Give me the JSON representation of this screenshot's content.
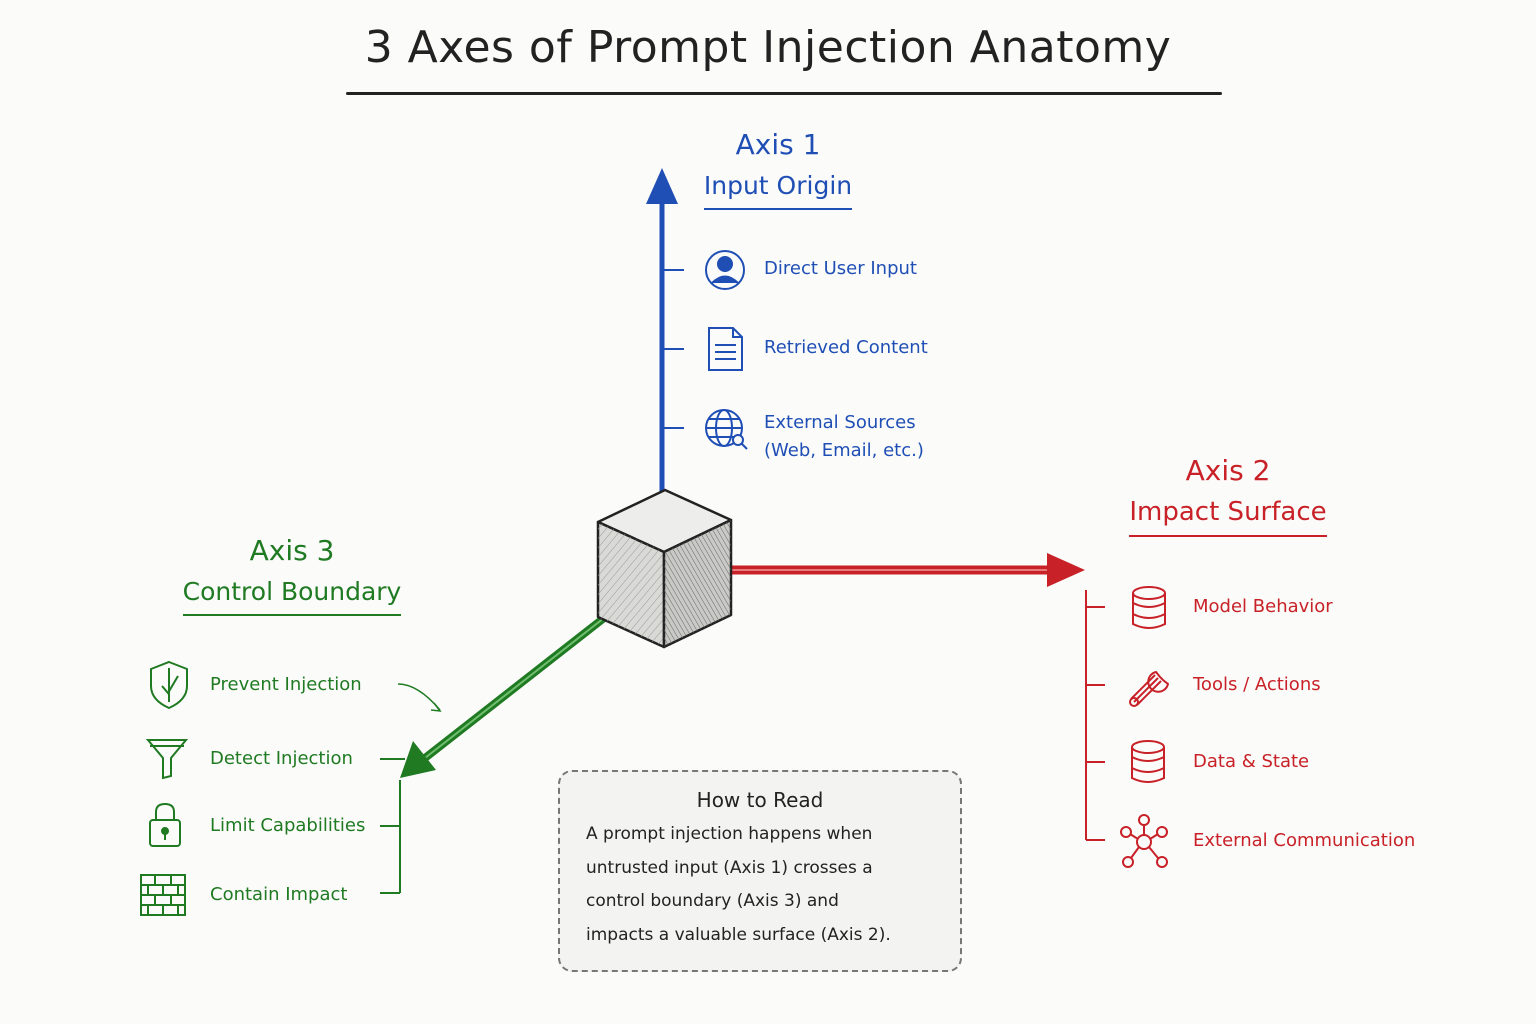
{
  "title": "3 Axes of Prompt Injection Anatomy",
  "axis1": {
    "number": "Axis 1",
    "name": "Input Origin",
    "color": "#1f4fb5",
    "items": [
      {
        "label": "Direct User Input",
        "icon": "user-icon"
      },
      {
        "label": "Retrieved Content",
        "icon": "document-icon"
      },
      {
        "label": "External Sources",
        "label2": "(Web, Email, etc.)",
        "icon": "globe-search-icon"
      }
    ]
  },
  "axis2": {
    "number": "Axis 2",
    "name": "Impact Surface",
    "color": "#c82127",
    "items": [
      {
        "label": "Model Behavior",
        "icon": "database-icon"
      },
      {
        "label": "Tools / Actions",
        "icon": "wrench-icon"
      },
      {
        "label": "Data & State",
        "icon": "database-icon"
      },
      {
        "label": "External Communication",
        "icon": "network-icon"
      }
    ]
  },
  "axis3": {
    "number": "Axis 3",
    "name": "Control Boundary",
    "color": "#1f7a22",
    "items": [
      {
        "label": "Prevent Injection",
        "icon": "shield-icon"
      },
      {
        "label": "Detect Injection",
        "icon": "filter-icon"
      },
      {
        "label": "Limit Capabilities",
        "icon": "lock-icon"
      },
      {
        "label": "Contain Impact",
        "icon": "firewall-icon"
      }
    ]
  },
  "how_to_read": {
    "title": "How to Read",
    "lines": [
      "A prompt injection happens when",
      "untrusted input (Axis 1) crosses a",
      "control boundary (Axis 3) and",
      "impacts a valuable surface (Axis 2)."
    ]
  }
}
